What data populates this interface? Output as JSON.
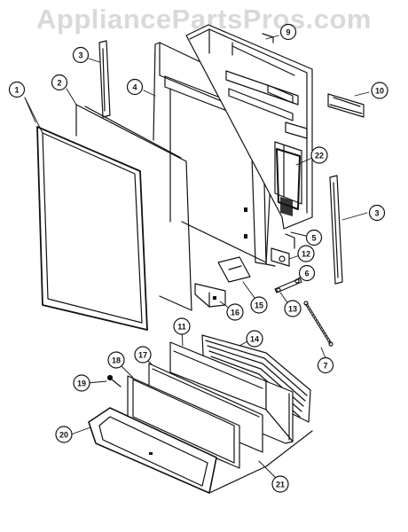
{
  "watermark": "AppliancePartsPros.com",
  "callouts": [
    {
      "id": "c1",
      "label": "1"
    },
    {
      "id": "c2",
      "label": "2"
    },
    {
      "id": "c3a",
      "label": "3"
    },
    {
      "id": "c3b",
      "label": "3"
    },
    {
      "id": "c4",
      "label": "4"
    },
    {
      "id": "c5",
      "label": "5"
    },
    {
      "id": "c6",
      "label": "6"
    },
    {
      "id": "c7",
      "label": "7"
    },
    {
      "id": "c9",
      "label": "9"
    },
    {
      "id": "c10",
      "label": "10"
    },
    {
      "id": "c11",
      "label": "11"
    },
    {
      "id": "c12",
      "label": "12"
    },
    {
      "id": "c13",
      "label": "13"
    },
    {
      "id": "c14",
      "label": "14"
    },
    {
      "id": "c15",
      "label": "15"
    },
    {
      "id": "c16",
      "label": "16"
    },
    {
      "id": "c17",
      "label": "17"
    },
    {
      "id": "c18",
      "label": "18"
    },
    {
      "id": "c19",
      "label": "19"
    },
    {
      "id": "c20",
      "label": "20"
    },
    {
      "id": "c21",
      "label": "21"
    },
    {
      "id": "c22",
      "label": "22"
    }
  ]
}
